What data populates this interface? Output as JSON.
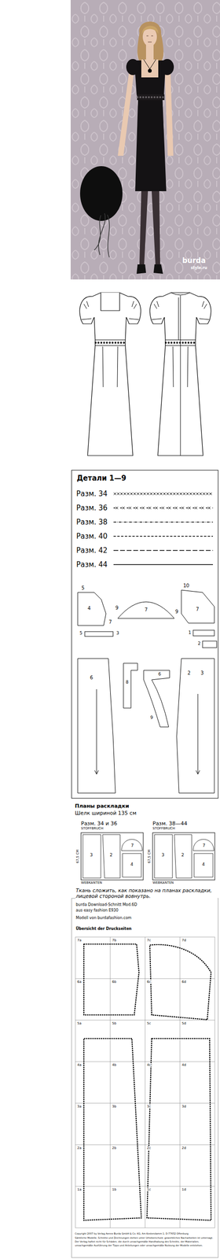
{
  "diagram": {
    "nodes": [
      {
        "text": [
          "Разм. 34 и 36",
          "STOFFBRUCH",
          "WEBKANTEN"
        ]
      },
      {
        "text": [
          "Разм. 38—44",
          "STOFFBRUCH",
          "WEBKANTEN"
        ]
      }
    ],
    "labels": [
      "burda",
      "style.ru",
      "Детали 1—9",
      "5",
      "4",
      "7",
      "9",
      "7",
      "10",
      "9",
      "7",
      "1",
      "2",
      "5",
      "3",
      "6",
      "8",
      "6",
      "9",
      "2",
      "3",
      "Планы раскладки",
      "Шелк шириной 135 см",
      "67,5 CM",
      "67,5 CM",
      "3",
      "2",
      "7",
      "4",
      "3",
      "2",
      "7",
      "4",
      "Ткань сложить, как показано на планах раскладки, лицевой стороной вовнутрь.",
      "burda Download-Schnitt Mod.6D",
      "aus easy fashion E930",
      "Modell von burdafashion.com",
      "Übersicht der Druckseiten",
      "7a",
      "7b",
      "7c",
      "7d",
      "6a",
      "6b",
      "6c",
      "6d",
      "5a",
      "5b",
      "5c",
      "5d",
      "4a",
      "4b",
      "4c",
      "4d",
      "3a",
      "3b",
      "3c",
      "3d",
      "2a",
      "2b",
      "2c",
      "2d",
      "1a",
      "1b",
      "1c",
      "1d",
      "Copyright 2007 by Verlag Aenne Burda GmbH & Co. KG, Am Kestendamm 1, D-77652 Offenburg",
      "Sämtliche Modelle, Schnitte und Zeichnungen stehen unter Urheberschutz, gewerbliches Nacharbeiten ist untersagt.",
      "Der Verlag haftet nicht für Schäden, die durch unsachgemäße Handhabung des Schnitts, der Materialien,",
      "unsachgemäße Ausführung der Tipps und Anleitungen oder unsachgemäße Nutzung der Modelle entstehen."
    ],
    "legend": [
      {
        "text": "Разм. 34"
      },
      {
        "text": "Разм. 36"
      },
      {
        "text": "Разм. 38"
      },
      {
        "text": "Разм. 40"
      },
      {
        "text": "Разм. 42"
      },
      {
        "text": "Разм. 44"
      }
    ]
  }
}
